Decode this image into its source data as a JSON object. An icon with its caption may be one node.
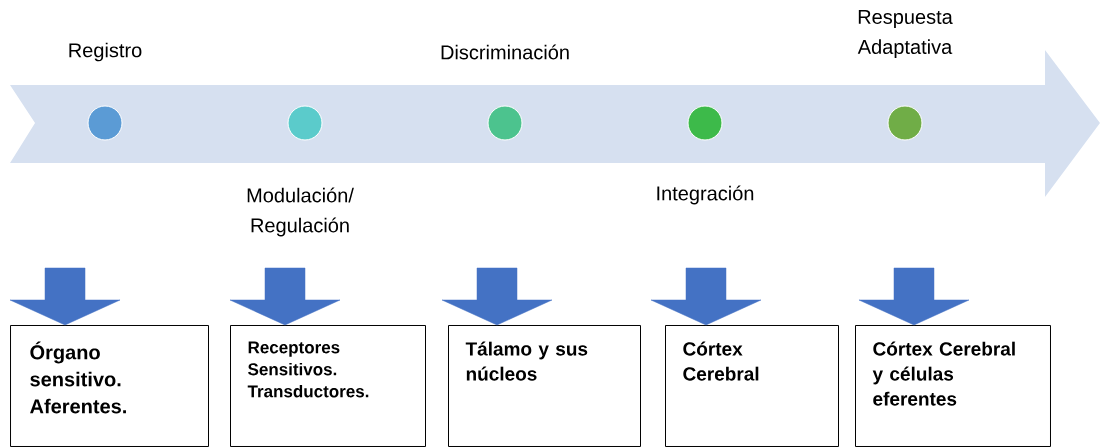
{
  "diagram": {
    "nodes": [
      {
        "text": [],
        "shape": "circle",
        "beside": [
          "Registro"
        ]
      },
      {
        "text": [],
        "shape": "circle",
        "beside": [
          "Modulación/ Regulación"
        ]
      },
      {
        "text": [],
        "shape": "circle",
        "beside": [
          "Discriminación"
        ]
      },
      {
        "text": [],
        "shape": "circle",
        "beside": [
          "Integración"
        ]
      },
      {
        "text": [],
        "shape": "circle",
        "beside": [
          "Respuesta Adaptativa"
        ]
      },
      {
        "text": [
          "Órgano sensitivo. Aferentes."
        ]
      },
      {
        "text": [
          "Receptores Sensitivos. Transductores."
        ]
      },
      {
        "text": [
          "Tálamo y sus núcleos"
        ]
      },
      {
        "text": [
          "Córtex Cerebral"
        ]
      },
      {
        "text": [
          "Córtex Cerebral y células eferentes"
        ]
      }
    ],
    "edges": [
      {
        "from": null,
        "to": 5,
        "arrow": "to"
      },
      {
        "from": null,
        "to": 6,
        "arrow": "to"
      },
      {
        "from": null,
        "to": 7,
        "arrow": "to"
      },
      {
        "from": null,
        "to": 8,
        "arrow": "to"
      },
      {
        "from": null,
        "to": 9,
        "arrow": "to"
      }
    ]
  }
}
